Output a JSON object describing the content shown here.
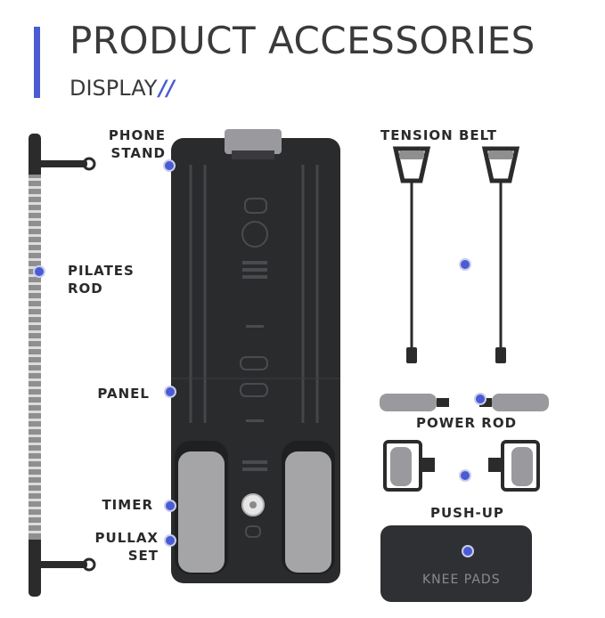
{
  "header": {
    "title": "PRODUCT ACCESSORIES",
    "subtitle": "DISPLAY",
    "subtitle_mark": "//",
    "accent_color": "#4a5bd4"
  },
  "labels": {
    "phone_stand_1": "PHONE",
    "phone_stand_2": "STAND",
    "pilates_rod_1": "PILATES",
    "pilates_rod_2": "ROD",
    "panel": "PANEL",
    "timer": "TIMER",
    "pullax_set_1": "PULLAX",
    "pullax_set_2": "SET",
    "tension_belt": "TENSION BELT",
    "power_rod": "POWER ROD",
    "push_up": "PUSH-UP",
    "knee_pads": "KNEE PADS"
  },
  "icons": [
    "pointer-dot-icon"
  ]
}
